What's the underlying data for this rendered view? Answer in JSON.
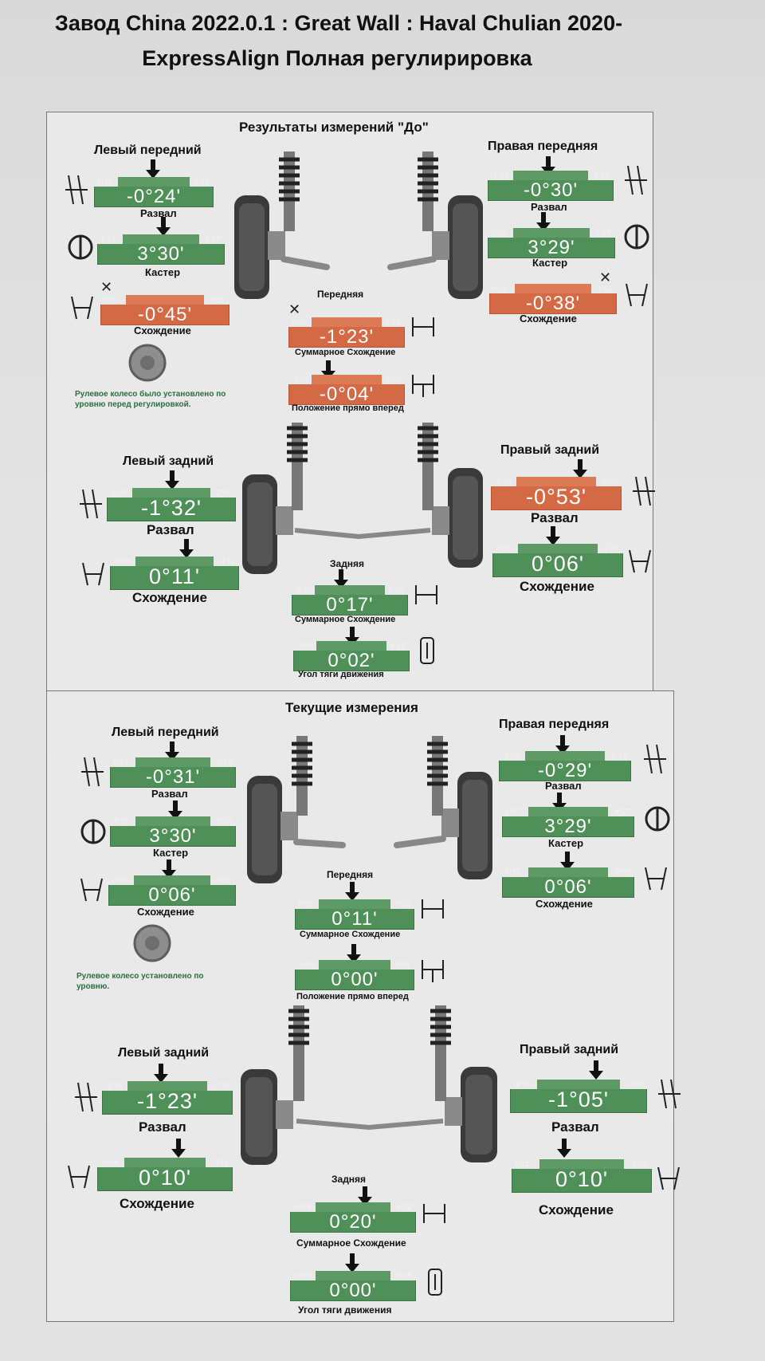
{
  "header": {
    "line1": "Завод China 2022.0.1 : Great Wall : Haval Chulian 2020-",
    "line2": "ExpressAlign Полная регулирировка"
  },
  "colors": {
    "ok": "#4f8f58",
    "bad": "#d46a45"
  },
  "before": {
    "title": "Результаты измерений \"До\"",
    "front_label": "Передняя",
    "rear_label": "Задняя",
    "left_front": {
      "title": "Левый передний",
      "camber": {
        "label": "Развал",
        "min": "0°15'",
        "max": "-1°15'",
        "value": "-0°24'",
        "status": "ok"
      },
      "caster": {
        "label": "Кастер",
        "min": "4°27'",
        "max": "2°57'",
        "value": "3°30'",
        "status": "ok"
      },
      "toe": {
        "label": "Схождение",
        "min": "0°01'",
        "max": "0°11'",
        "value": "-0°45'",
        "status": "bad"
      }
    },
    "right_front": {
      "title": "Правая передняя",
      "camber": {
        "label": "Развал",
        "min": "-1°15'",
        "max": "0°15'",
        "value": "-0°30'",
        "status": "ok"
      },
      "caster": {
        "label": "Кастер",
        "min": "2°57'",
        "max": "4°27'",
        "value": "3°29'",
        "status": "ok"
      },
      "toe": {
        "label": "Схождение",
        "min": "0°11'",
        "max": "0°01'",
        "value": "-0°38'",
        "status": "bad"
      }
    },
    "front_total_toe": {
      "label": "Суммарное Схождение",
      "min": "0°02'",
      "max": "0°22'",
      "value": "-1°23'",
      "status": "bad"
    },
    "straight_ahead": {
      "label": "Положение прямо вперед",
      "min": "-0°03'",
      "max": "0°03'",
      "value": "-0°04'",
      "status": "bad"
    },
    "steering_note": "Рулевое колесо было установлено по уровню перед регулировкой.",
    "left_rear": {
      "title": "Левый задний",
      "camber": {
        "label": "Развал",
        "min": "-1°00'",
        "max": "-2°00'",
        "value": "-1°32'",
        "status": "ok"
      },
      "toe": {
        "label": "Схождение",
        "min": "-0°04'",
        "max": "0°11'",
        "value": "0°11'",
        "status": "ok"
      }
    },
    "right_rear": {
      "title": "Правый задний",
      "camber": {
        "label": "Развал",
        "min": "-2°00'",
        "max": "-1°00'",
        "value": "-0°53'",
        "status": "bad"
      },
      "toe": {
        "label": "Схождение",
        "min": "0°11'",
        "max": "-0°04'",
        "value": "0°06'",
        "status": "ok"
      }
    },
    "rear_total_toe": {
      "label": "Суммарное Схождение",
      "min": "-0°08'",
      "max": "0°22'",
      "value": "0°17'",
      "status": "ok"
    },
    "thrust_angle": {
      "label": "Угол тяги движения",
      "min": "-0°15'",
      "max": "0°15'",
      "value": "0°02'",
      "status": "ok"
    }
  },
  "current": {
    "title": "Текущие измерения",
    "front_label": "Передняя",
    "rear_label": "Задняя",
    "left_front": {
      "title": "Левый передний",
      "camber": {
        "label": "Развал",
        "min": "0°15'",
        "max": "-1°15'",
        "value": "-0°31'",
        "status": "ok"
      },
      "caster": {
        "label": "Кастер",
        "min": "4°27'",
        "max": "2°57'",
        "value": "3°30'",
        "status": "ok"
      },
      "toe": {
        "label": "Схождение",
        "min": "0°01'",
        "max": "0°11'",
        "value": "0°06'",
        "status": "ok"
      }
    },
    "right_front": {
      "title": "Правая передняя",
      "camber": {
        "label": "Развал",
        "min": "-1°15'",
        "max": "0°15'",
        "value": "-0°29'",
        "status": "ok"
      },
      "caster": {
        "label": "Кастер",
        "min": "2°57'",
        "max": "4°27'",
        "value": "3°29'",
        "status": "ok"
      },
      "toe": {
        "label": "Схождение",
        "min": "0°11'",
        "max": "0°01'",
        "value": "0°06'",
        "status": "ok"
      }
    },
    "front_total_toe": {
      "label": "Суммарное Схождение",
      "min": "0°02'",
      "max": "0°22'",
      "value": "0°11'",
      "status": "ok"
    },
    "straight_ahead": {
      "label": "Положение прямо вперед",
      "min": "-0°03'",
      "max": "0°03'",
      "value": "0°00'",
      "status": "ok"
    },
    "steering_note": "Рулевое колесо установлено по уровню.",
    "left_rear": {
      "title": "Левый задний",
      "camber": {
        "label": "Развал",
        "min": "-1°00'",
        "max": "-2°00'",
        "value": "-1°23'",
        "status": "ok"
      },
      "toe": {
        "label": "Схождение",
        "min": "-0°04'",
        "max": "0°11'",
        "value": "0°10'",
        "status": "ok"
      }
    },
    "right_rear": {
      "title": "Правый задний",
      "camber": {
        "label": "Развал",
        "min": "-2°00'",
        "max": "-1°00'",
        "value": "-1°05'",
        "status": "ok"
      },
      "toe": {
        "label": "Схождение",
        "min": "0°11'",
        "max": "-0°04'",
        "value": "0°10'",
        "status": "ok"
      }
    },
    "rear_total_toe": {
      "label": "Суммарное Схождение",
      "min": "-0°08'",
      "max": "0°22'",
      "value": "0°20'",
      "status": "ok"
    },
    "thrust_angle": {
      "label": "Угол тяги движения",
      "min": "-0°15'",
      "max": "0°15'",
      "value": "0°00'",
      "status": "ok"
    }
  }
}
